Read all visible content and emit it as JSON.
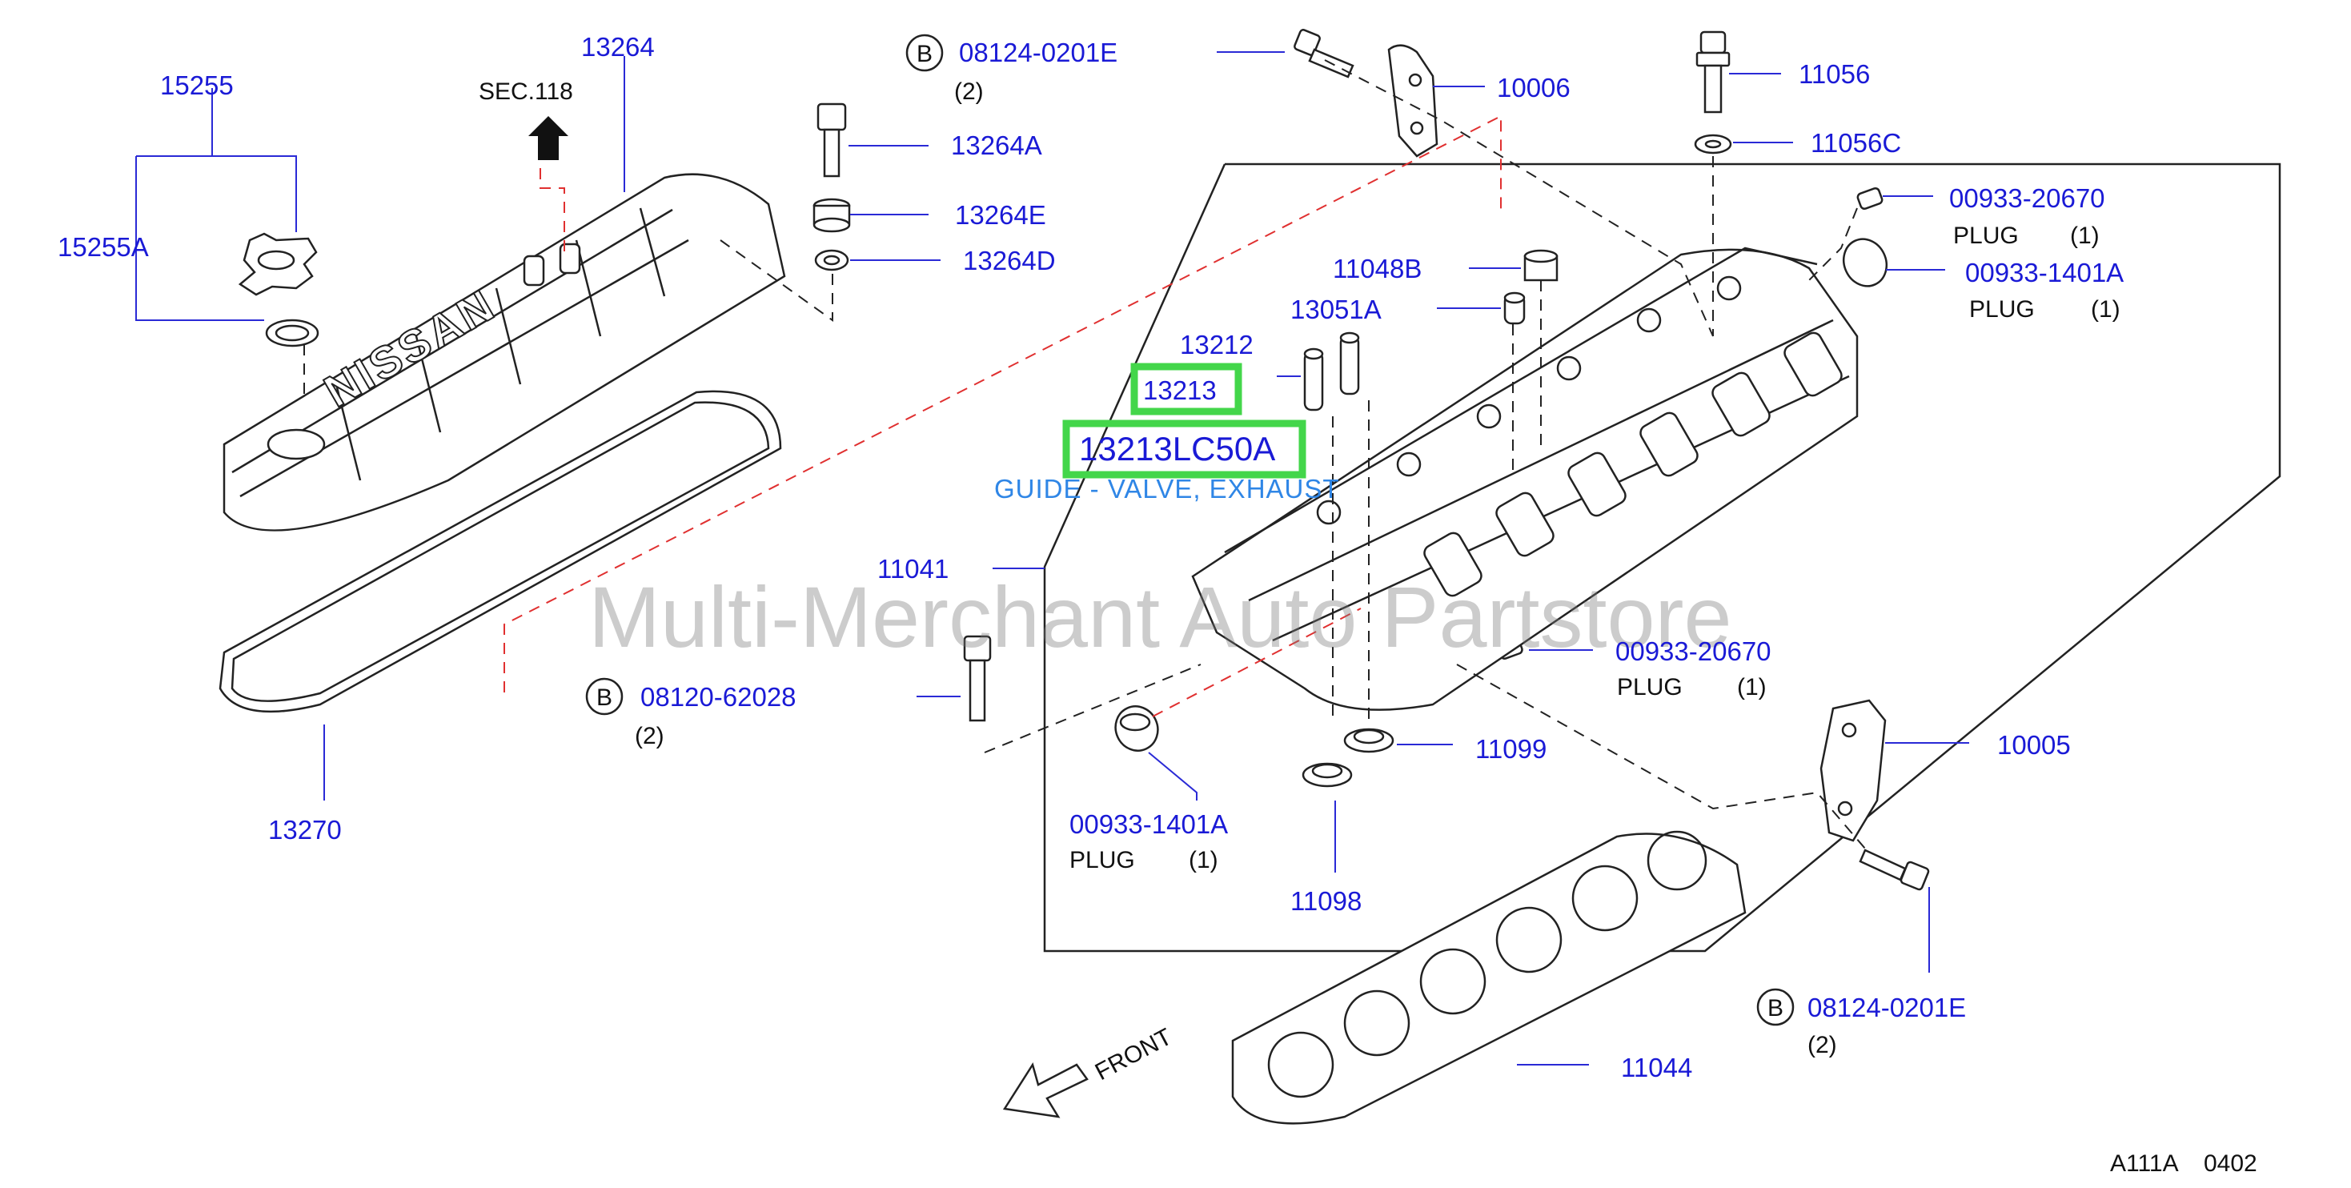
{
  "diagram_code": "A111A",
  "diagram_date": "0402",
  "watermark": "Multi-Merchant Auto Partstore",
  "highlight": {
    "part_number": "13213",
    "full_part_number": "13213LC50A",
    "description": "GUIDE - VALVE, EXHAUST"
  },
  "sec_ref": "SEC.118",
  "front_label": "FRONT",
  "bolt_marker": "B",
  "parts": {
    "p15255": "15255",
    "p15255A": "15255A",
    "p13264": "13264",
    "p13264A": "13264A",
    "p13264E": "13264E",
    "p13264D": "13264D",
    "p13270": "13270",
    "p10006": "10006",
    "p11056": "11056",
    "p11056C": "11056C",
    "p11048B": "11048B",
    "p13051A": "13051A",
    "p13212": "13212",
    "p11041": "11041",
    "p11099": "11099",
    "p11098": "11098",
    "p10005": "10005",
    "p11044": "11044",
    "bolt_top": "08124-0201E",
    "bolt_top_qty": "(2)",
    "bolt_left": "08120-62028",
    "bolt_left_qty": "(2)",
    "bolt_right": "08124-0201E",
    "bolt_right_qty": "(2)",
    "plug1": "00933-20670",
    "plug1_name": "PLUG",
    "plug1_qty": "(1)",
    "plug2": "00933-1401A",
    "plug2_name": "PLUG",
    "plug2_qty": "(1)",
    "plug3": "00933-20670",
    "plug3_name": "PLUG",
    "plug3_qty": "(1)",
    "plug4": "00933-1401A",
    "plug4_name": "PLUG",
    "plug4_qty": "(1)"
  }
}
